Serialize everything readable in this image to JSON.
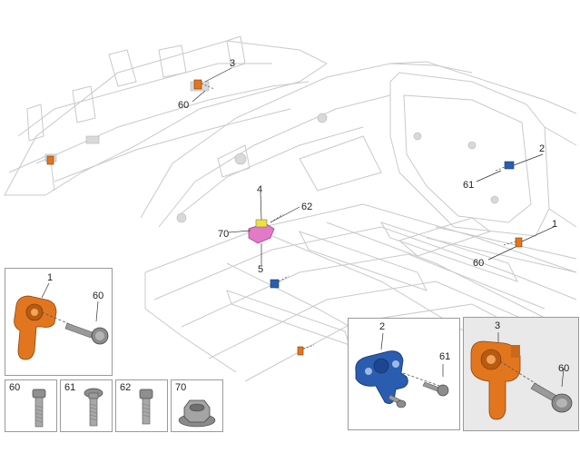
{
  "diagram": {
    "callouts": {
      "c3": "3",
      "c60_top": "60",
      "c2": "2",
      "c61": "61",
      "c4": "4",
      "c62": "62",
      "c70": "70",
      "c5": "5",
      "c1": "1",
      "c60_right": "60"
    },
    "inset_sensor_1": {
      "part": "1",
      "bolt": "60"
    },
    "inset_bracket_2": {
      "part": "2",
      "bolt": "61"
    },
    "inset_sensor_3": {
      "part": "3",
      "bolt": "60"
    },
    "fasteners": [
      "60",
      "61",
      "62",
      "70"
    ],
    "colors": {
      "sensor": "#e2761f",
      "bracket": "#2a5db0",
      "small_bracket": "#e27ac8",
      "body_line": "#c8c8c8",
      "inset_border": "#9a9a9a"
    }
  }
}
